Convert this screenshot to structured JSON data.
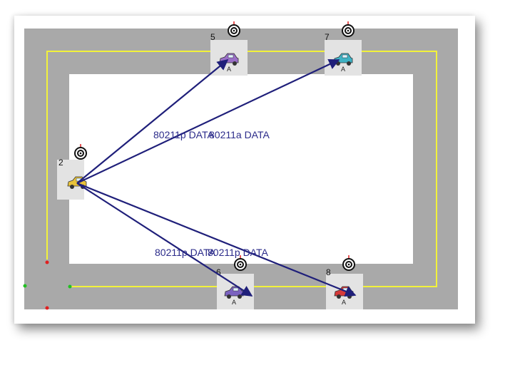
{
  "nodes": [
    {
      "id": "2",
      "label": "2",
      "car_tag": "",
      "car_color": "#e8c23a"
    },
    {
      "id": "5",
      "label": "5",
      "car_tag": "A",
      "car_color": "#9a6fc7"
    },
    {
      "id": "7",
      "label": "7",
      "car_tag": "A",
      "car_color": "#3fb2c4"
    },
    {
      "id": "6",
      "label": "6",
      "car_tag": "A",
      "car_color": "#7b62c0"
    },
    {
      "id": "8",
      "label": "8",
      "car_tag": "A",
      "car_color": "#d63a3a"
    }
  ],
  "flows": [
    {
      "from": "2",
      "to": "5",
      "label": "80211p DATA"
    },
    {
      "from": "2",
      "to": "7",
      "label": "80211a DATA"
    },
    {
      "from": "2",
      "to": "6",
      "label": "80211p DATA"
    },
    {
      "from": "2",
      "to": "8",
      "label": "80211p DATA"
    }
  ],
  "colors": {
    "road": "#a9a9a9",
    "lane_line": "#f2f23a",
    "arrow": "#1f1f7a",
    "label_text": "#2b2b8a",
    "node_bg": "#e3e3e3"
  },
  "icons": {
    "antenna": "antenna-target-icon",
    "vehicle": "car-icon"
  }
}
